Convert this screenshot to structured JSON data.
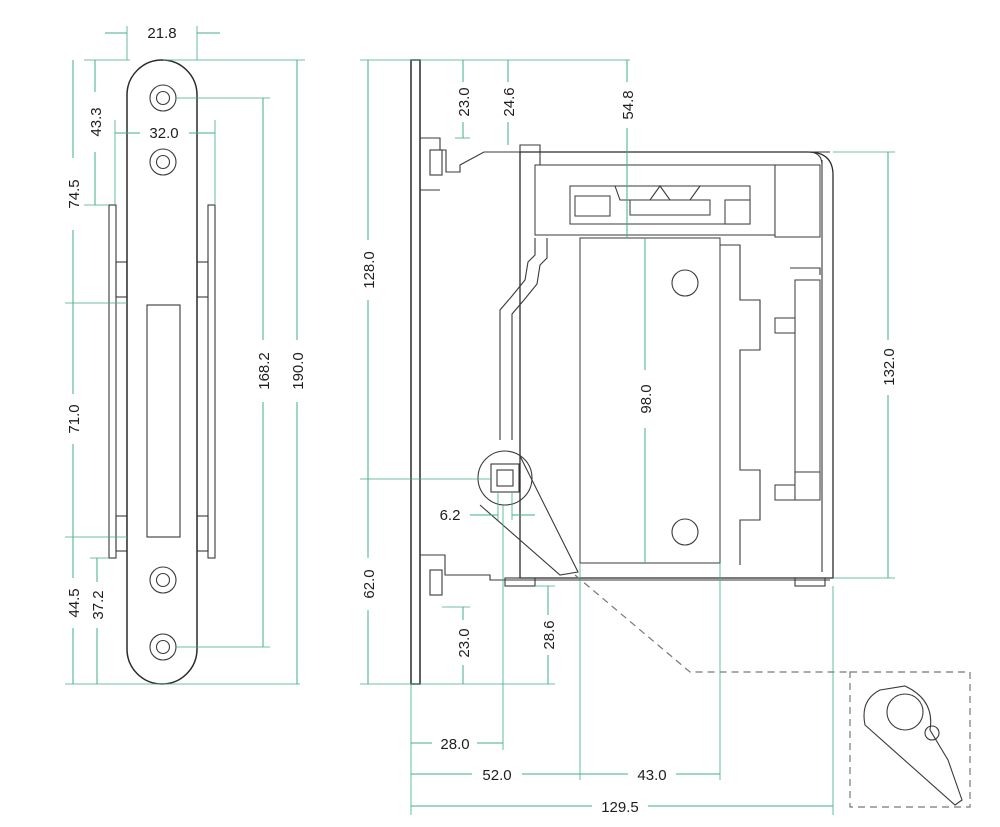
{
  "dimensions": {
    "front_plate": {
      "width_21_8": "21.8",
      "hole_pitch_32_0": "32.0",
      "top_43_3": "43.3",
      "top_74_5": "74.5",
      "middle_71_0": "71.0",
      "bottom_44_5": "44.5",
      "bottom_37_2": "37.2",
      "hole_span_168_2": "168.2",
      "overall_190_0": "190.0"
    },
    "side_view": {
      "height_128_0": "128.0",
      "bottom_62_0": "62.0",
      "top_23_0": "23.0",
      "top_24_6": "24.6",
      "top_54_8": "54.8",
      "spindle_6_2": "6.2",
      "lower_23_0": "23.0",
      "lower_28_6": "28.6",
      "strike_98_0": "98.0",
      "case_132_0": "132.0",
      "backset_28_0": "28.0",
      "backset_52_0": "52.0",
      "width_43_0": "43.0",
      "depth_129_5": "129.5"
    }
  }
}
